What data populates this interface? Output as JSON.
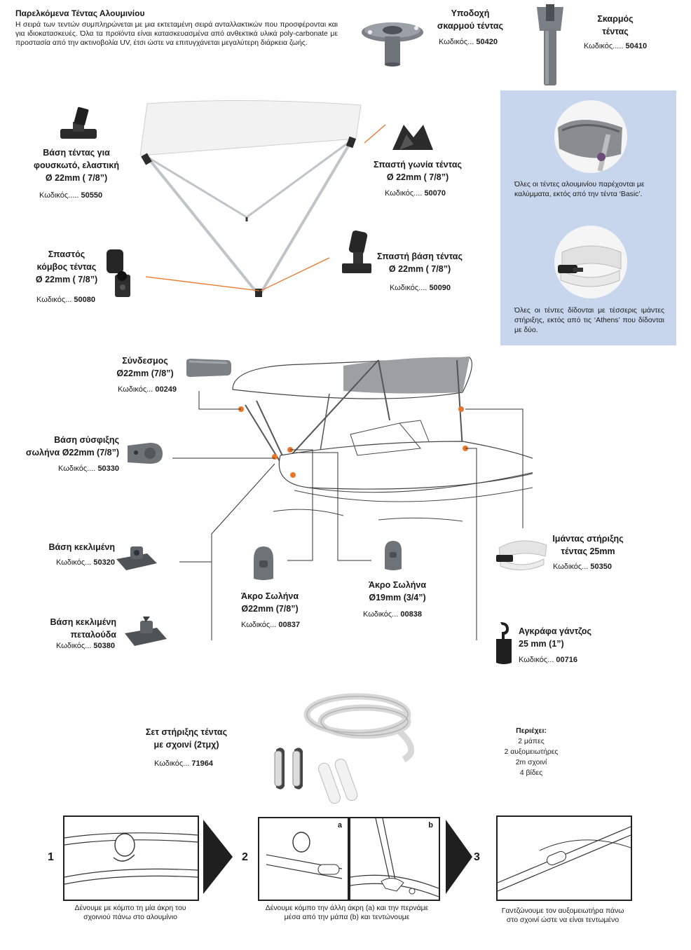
{
  "header": {
    "title": "Παρελκόμενα Τέντας Αλουμινίου",
    "intro": "Η σειρά των τεντών συμπληρώνεται με μια εκτεταμένη σειρά ανταλλακτικών που προσφέρονται και για ιδιοκατασκευές. Όλα τα προϊόντα είναι κατασκευασμένα από ανθεκτικά υλικά poly-carbonate με προστασία από την ακτινοβολία UV, έτσι ώστε να επιτυγχάνεται μεγαλύτερη διάρκεια ζωής."
  },
  "products": {
    "p50420": {
      "name1": "Υποδοχή",
      "name2": "σκαρμού τέντας",
      "code_label": "Κωδικός...",
      "code": "50420"
    },
    "p50410": {
      "name1": "Σκαρμός",
      "name2": "τέντας",
      "code_label": "Κωδικός.....",
      "code": "50410"
    },
    "p50550": {
      "name1": "Βάση τέντας για",
      "name2": "φουσκωτό, ελαστική",
      "name3": "Ø 22mm ( 7/8”)",
      "code_label": "Κωδικός.....",
      "code": "50550"
    },
    "p50070": {
      "name1": "Σπαστή γωνία τέντας",
      "name2": "Ø 22mm ( 7/8”)",
      "code_label": "Κωδικός....",
      "code": "50070"
    },
    "p50080": {
      "name1": "Σπαστός",
      "name2": "κόμβος τέντας",
      "name3": "Ø 22mm ( 7/8”)",
      "code_label": "Κωδικός...",
      "code": "50080"
    },
    "p50090": {
      "name1": "Σπαστή βάση τέντας",
      "name2": "Ø 22mm ( 7/8”)",
      "code_label": "Κωδικός....",
      "code": "50090"
    },
    "p00249": {
      "name1": "Σύνδεσμος",
      "name2": "Ø22mm (7/8”)",
      "code_label": "Κωδικός...",
      "code": "00249"
    },
    "p50330": {
      "name1": "Βάση σύσφιξης",
      "name2": "σωλήνα Ø22mm (7/8”)",
      "code_label": "Κωδικός....",
      "code": "50330"
    },
    "p50320": {
      "name1": "Βάση κεκλιμένη",
      "code_label": "Κωδικός...",
      "code": "50320"
    },
    "p50380": {
      "name1": "Βάση κεκλιμένη",
      "name2": "πεταλούδα",
      "code_label": "Κωδικός...",
      "code": "50380"
    },
    "p00837": {
      "name1": "Άκρο Σωλήνα",
      "name2": "Ø22mm (7/8”)",
      "code_label": "Κωδικός...",
      "code": "00837"
    },
    "p00838": {
      "name1": "Άκρο Σωλήνα",
      "name2": "Ø19mm (3/4”)",
      "code_label": "Κωδικός...",
      "code": "00838"
    },
    "p50350": {
      "name1": "Ιμάντας στήριξης",
      "name2": "τέντας 25mm",
      "code_label": "Κωδικός...",
      "code": "50350"
    },
    "p00716": {
      "name1": "Αγκράφα γάντζος",
      "name2": "25 mm (1”)",
      "code_label": "Κωδικός...",
      "code": "00716"
    },
    "p71964": {
      "name1": "Σετ στήριξης τέντας",
      "name2": "με σχοινί (2τμχ)",
      "code_label": "Κωδικός...",
      "code": "71964"
    }
  },
  "info_box": {
    "note1": "Όλες οι τέντες αλουμινίου παρέχονται με καλύμματα, εκτός από την τέντα ‘Basic’.",
    "note2": "Όλες οι τέντες δίδονται με τέσσερις ιμάντες στήριξης, εκτός από τις ‘Athens’ που δίδονται με δύο."
  },
  "kit_contents": {
    "heading": "Περιέχει:",
    "items": [
      "2 μάπες",
      "2 αυξομειωτήρες",
      "2m σχοινί",
      "4 βίδες"
    ]
  },
  "steps": {
    "s1": {
      "num": "1",
      "caption1": "Δένουμε με κόμπο τη μία άκρη του",
      "caption2": "σχοινιού πάνω στο αλουμίνιο"
    },
    "s2": {
      "num": "2",
      "a": "a",
      "b": "b",
      "caption1": "Δένουμε κόμπο την άλλη άκρη (a) και την περνάμε",
      "caption2": "μέσα από την μάπα (b) και τεντώνουμε"
    },
    "s3": {
      "num": "3",
      "caption1": "Γαντζώνουμε τον αυξομειωτήρα πάνω",
      "caption2": "στο σχοινί ώστε να είναι τεντωμένο"
    }
  },
  "colors": {
    "accent_line": "#e8752a",
    "info_bg": "#c7d6ec",
    "part_grey": "#6f747a"
  }
}
